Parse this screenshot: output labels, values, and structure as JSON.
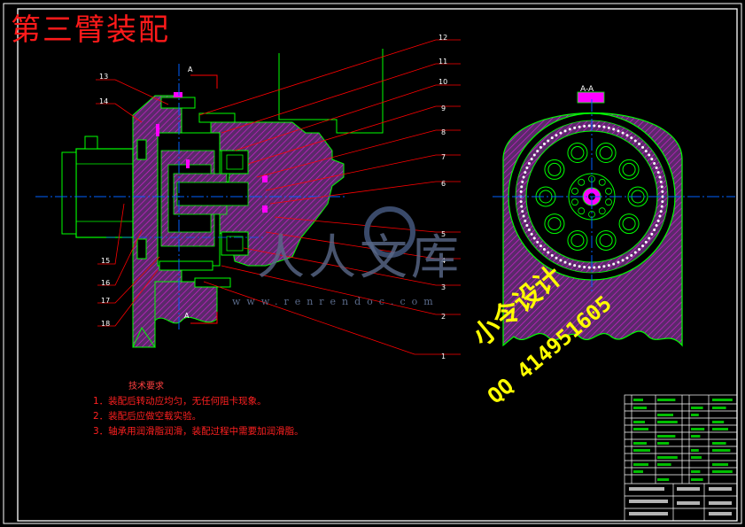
{
  "title": "第三臂装配",
  "section_label": "A-A",
  "section_marks": [
    "A",
    "A"
  ],
  "part_numbers": [
    "1",
    "2",
    "3",
    "4",
    "5",
    "6",
    "7",
    "8",
    "9",
    "10",
    "11",
    "12",
    "13",
    "14",
    "15",
    "16",
    "17",
    "18"
  ],
  "tech_requirements": {
    "heading": "技术要求",
    "items": [
      "1．装配后转动应均匀，无任何阻卡现象。",
      "2．装配后应做空载实验。",
      "3．轴承用润滑脂润滑，装配过程中需要加润滑脂。"
    ]
  },
  "watermarks": {
    "designer": "小令设计",
    "qq": "QQ 414951605",
    "logo": "人人文库",
    "site": "www.renrendoc.com"
  },
  "colors": {
    "background": "#000000",
    "frame": "#ffffff",
    "outline": "#00ff00",
    "hatch": "#ff00ff",
    "leader": "#ff0000",
    "centerline": "#0060ff",
    "text_red": "#ff2020",
    "watermark_yellow": "#ffff00"
  }
}
